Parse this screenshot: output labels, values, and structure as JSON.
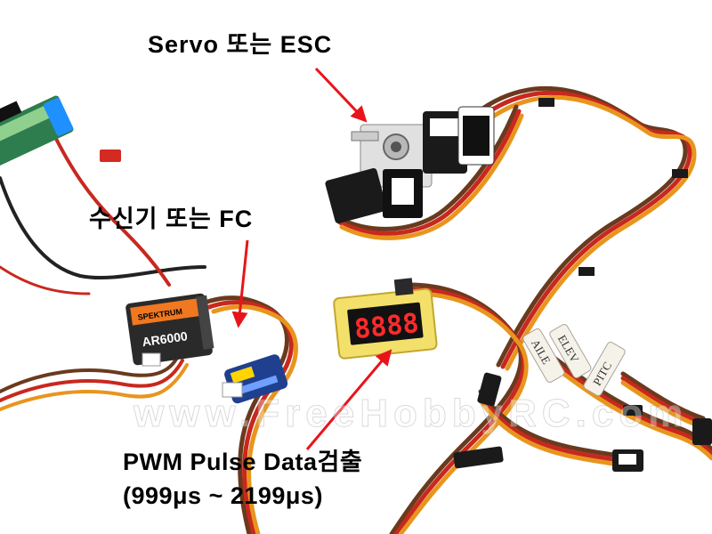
{
  "labels": {
    "servo": "Servo 또는 ESC",
    "receiver": "수신기 또는 FC",
    "pwm": "PWM Pulse Data검출",
    "range": "(999μs ~ 2199μs)"
  },
  "watermark": "www.FreeHobbyRC.com",
  "device_text": {
    "receiver_brand": "SPEKTRUM",
    "receiver_model": "AR6000",
    "display_digits": "8888",
    "tag_1": "AILE",
    "tag_2": "ELEV",
    "tag_3": "PITC"
  },
  "colors": {
    "arrow": "#e8141a",
    "wire_orange": "#e8951e",
    "wire_red": "#c8281e",
    "wire_brown": "#6a3a1e",
    "display_digits": "#ff2a2a",
    "display_body": "#f3e06a"
  }
}
